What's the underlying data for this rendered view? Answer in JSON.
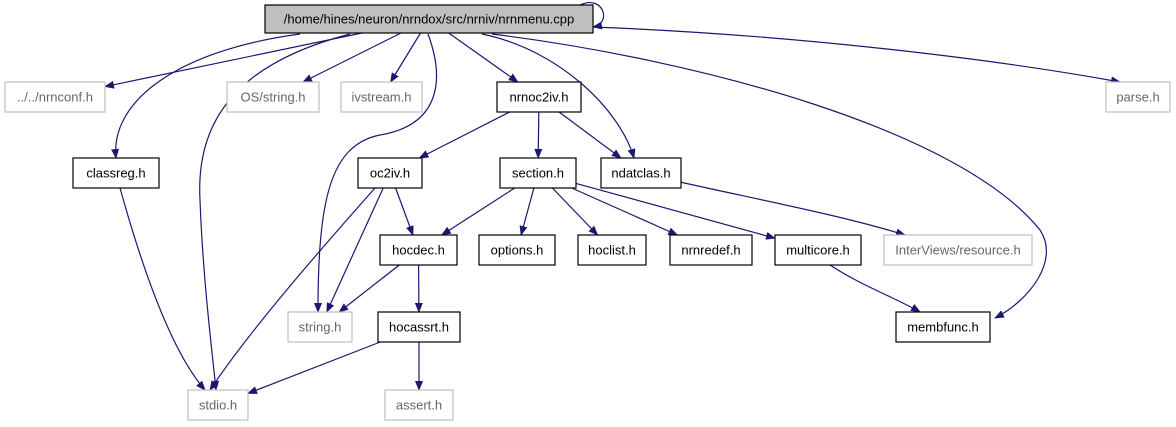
{
  "colors": {
    "edge": "#191970",
    "box_border": "#000000",
    "external_border": "#bfbfbf",
    "root_fill": "#bfbfbf",
    "text": "#000000",
    "external_text": "#666666"
  },
  "nodes": [
    {
      "id": "root",
      "label": "/home/hines/neuron/nrndox/src/nrniv/nrnmenu.cpp",
      "kind": "root"
    },
    {
      "id": "nrnconf",
      "label": "../../nrnconf.h",
      "kind": "external"
    },
    {
      "id": "osstring",
      "label": "OS/string.h",
      "kind": "external"
    },
    {
      "id": "ivstream",
      "label": "ivstream.h",
      "kind": "external"
    },
    {
      "id": "nrnoc2iv",
      "label": "nrnoc2iv.h",
      "kind": "internal"
    },
    {
      "id": "parse",
      "label": "parse.h",
      "kind": "external"
    },
    {
      "id": "classreg",
      "label": "classreg.h",
      "kind": "internal"
    },
    {
      "id": "oc2iv",
      "label": "oc2iv.h",
      "kind": "internal"
    },
    {
      "id": "section",
      "label": "section.h",
      "kind": "internal"
    },
    {
      "id": "ndatclas",
      "label": "ndatclas.h",
      "kind": "internal"
    },
    {
      "id": "hocdec",
      "label": "hocdec.h",
      "kind": "internal"
    },
    {
      "id": "options",
      "label": "options.h",
      "kind": "internal"
    },
    {
      "id": "hoclist",
      "label": "hoclist.h",
      "kind": "internal"
    },
    {
      "id": "nrnredef",
      "label": "nrnredef.h",
      "kind": "internal"
    },
    {
      "id": "multicore",
      "label": "multicore.h",
      "kind": "internal"
    },
    {
      "id": "ivresource",
      "label": "InterViews/resource.h",
      "kind": "external"
    },
    {
      "id": "string",
      "label": "string.h",
      "kind": "external"
    },
    {
      "id": "hocassrt",
      "label": "hocassrt.h",
      "kind": "internal"
    },
    {
      "id": "membfunc",
      "label": "membfunc.h",
      "kind": "internal"
    },
    {
      "id": "stdio",
      "label": "stdio.h",
      "kind": "external"
    },
    {
      "id": "assert",
      "label": "assert.h",
      "kind": "external"
    }
  ],
  "edges": [
    {
      "from": "root",
      "to": "root"
    },
    {
      "from": "root",
      "to": "nrnconf"
    },
    {
      "from": "root",
      "to": "osstring"
    },
    {
      "from": "root",
      "to": "ivstream"
    },
    {
      "from": "root",
      "to": "nrnoc2iv"
    },
    {
      "from": "root",
      "to": "parse"
    },
    {
      "from": "root",
      "to": "classreg"
    },
    {
      "from": "root",
      "to": "stdio"
    },
    {
      "from": "root",
      "to": "string"
    },
    {
      "from": "root",
      "to": "ndatclas"
    },
    {
      "from": "root",
      "to": "membfunc"
    },
    {
      "from": "nrnoc2iv",
      "to": "oc2iv"
    },
    {
      "from": "nrnoc2iv",
      "to": "section"
    },
    {
      "from": "nrnoc2iv",
      "to": "ndatclas"
    },
    {
      "from": "classreg",
      "to": "stdio"
    },
    {
      "from": "oc2iv",
      "to": "hocdec"
    },
    {
      "from": "oc2iv",
      "to": "string"
    },
    {
      "from": "oc2iv",
      "to": "stdio"
    },
    {
      "from": "section",
      "to": "hocdec"
    },
    {
      "from": "section",
      "to": "options"
    },
    {
      "from": "section",
      "to": "hoclist"
    },
    {
      "from": "section",
      "to": "nrnredef"
    },
    {
      "from": "section",
      "to": "multicore"
    },
    {
      "from": "ndatclas",
      "to": "ivresource"
    },
    {
      "from": "hocdec",
      "to": "string"
    },
    {
      "from": "hocdec",
      "to": "hocassrt"
    },
    {
      "from": "multicore",
      "to": "membfunc"
    },
    {
      "from": "hocassrt",
      "to": "stdio"
    },
    {
      "from": "hocassrt",
      "to": "assert"
    }
  ]
}
